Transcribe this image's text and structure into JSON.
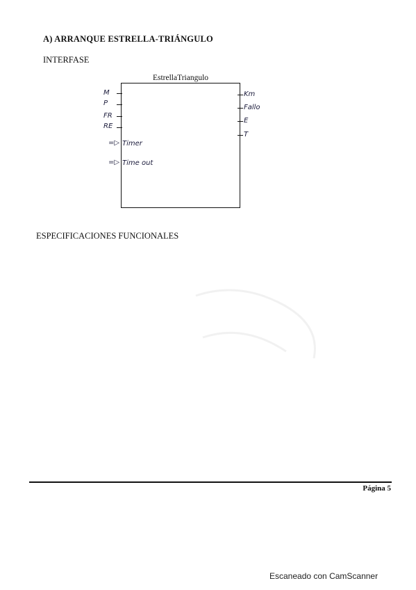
{
  "document": {
    "title": "A) ARRANQUE ESTRELLA-TRIÁNGULO",
    "interface_heading": "INTERFASE",
    "specs_heading": "ESPECIFICACIONES FUNCIONALES",
    "page_label": "Página 5",
    "scanner_footer": "Escaneado con CamScanner"
  },
  "block": {
    "name": "EstrellaTriangulo",
    "inputs": [
      "M",
      "P",
      "FR",
      "RE"
    ],
    "timer_inputs": [
      "Timer",
      "Time out"
    ],
    "outputs": [
      "Km",
      "Fallo",
      "E",
      "T"
    ]
  }
}
